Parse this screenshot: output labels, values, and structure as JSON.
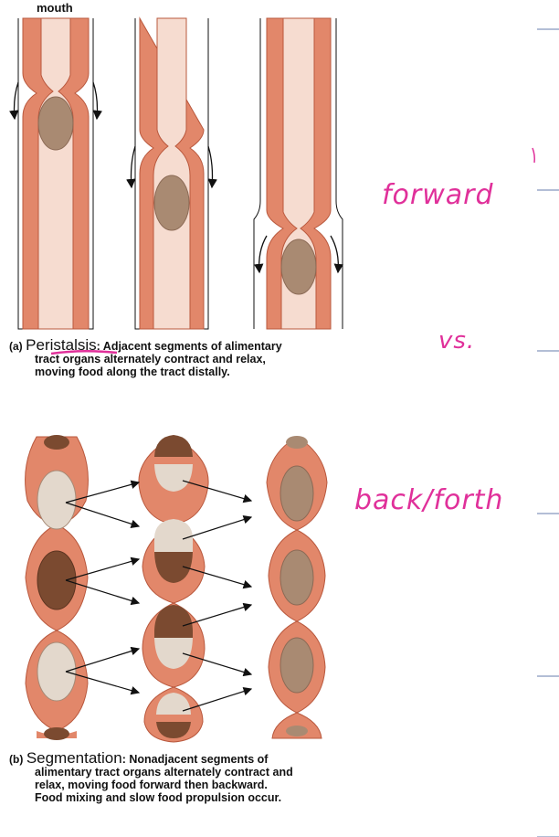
{
  "labels": {
    "mouth": "mouth"
  },
  "caption_a": {
    "tag": "(a)",
    "term": "Peristalsis",
    "text_1": ": Adjacent segments of alimentary",
    "text_2": "tract organs alternately contract and relax,",
    "text_3": "moving food along the tract distally."
  },
  "caption_b": {
    "tag": "(b)",
    "term": "Segmentation",
    "text_1": ": Nonadjacent segments of",
    "text_2": "alimentary tract organs alternately contract and",
    "text_3": "relax, moving food forward then backward.",
    "text_4": "Food mixing and slow food propulsion occur."
  },
  "handwritten_notes": {
    "forward": "forward",
    "vs": "vs.",
    "back_forth": "back/forth"
  },
  "colors": {
    "muscle": "#e2876a",
    "muscle_edge": "#b9583d",
    "lumen": "#f6dcd0",
    "bolus": "#a98a72",
    "food_dark": "#7b4a30",
    "food_light": "#e3d8cc",
    "highlight": "#e0309a",
    "rule": "#9aa9c9"
  }
}
